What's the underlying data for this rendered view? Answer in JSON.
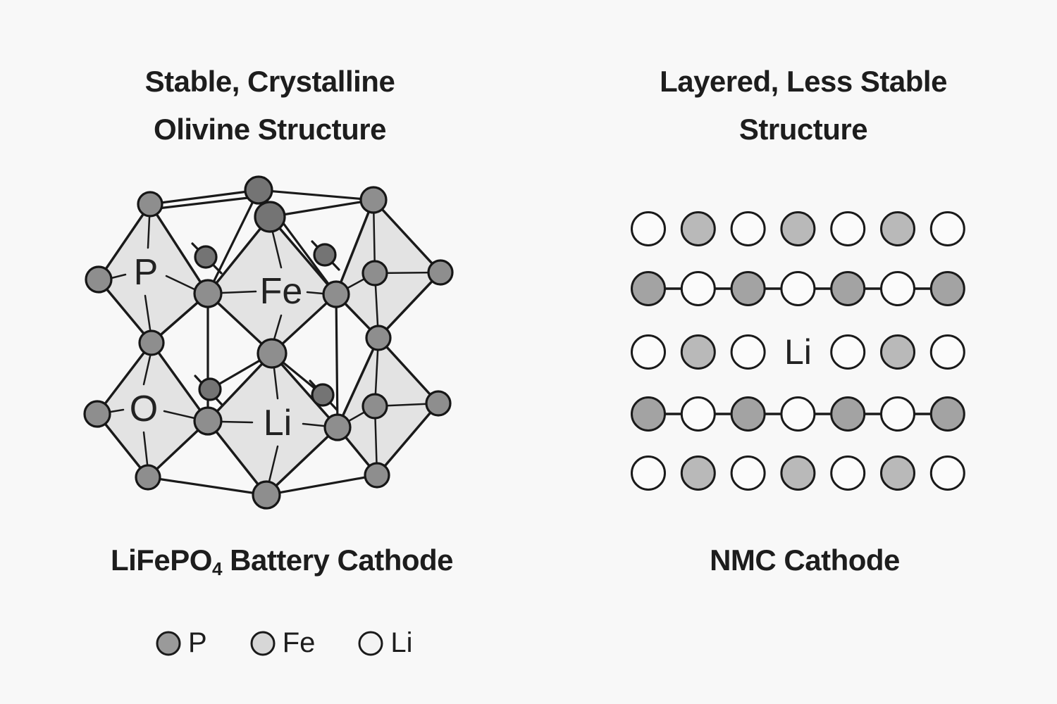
{
  "page": {
    "background": "#f8f8f8",
    "text_color": "#1d1d1d"
  },
  "left_panel": {
    "title_line1": "Stable, Crystalline",
    "title_line2": "Olivine Structure",
    "caption": {
      "prefix": "LiFePO",
      "subscript": "4",
      "suffix": " Battery Cathode"
    },
    "crystal_labels": {
      "p": "P",
      "fe": "Fe",
      "o": "O",
      "li": "Li"
    },
    "diagram_colors": {
      "octahedron_fill": "#e3e3e3",
      "atom_fill": "#8e8e8e",
      "atom_fill_dark": "#747474",
      "line": "#1a1a1a"
    },
    "legend": [
      {
        "label": "P",
        "color": "#9a9a9a"
      },
      {
        "label": "Fe",
        "color": "#d7d7d7"
      },
      {
        "label": "Li",
        "color": "#f3f3f3"
      }
    ]
  },
  "right_panel": {
    "title_line1": "Layered, Less Stable",
    "title_line2": "Structure",
    "caption": "NMC Cathode",
    "li_label": "Li",
    "lattice": {
      "columns": 7,
      "cell_types": {
        "li": "#fbfbfb",
        "metal_light": "#b9b9b9",
        "metal_dark": "#a3a3a3"
      },
      "outline_color": "#1a1a1a",
      "rows": [
        {
          "connected": false,
          "cells": [
            "li",
            "metal_light",
            "li",
            "metal_light",
            "li",
            "metal_light",
            "li"
          ]
        },
        {
          "connected": true,
          "cells": [
            "metal_dark",
            "li",
            "metal_dark",
            "li",
            "metal_dark",
            "li",
            "metal_dark"
          ]
        },
        {
          "connected": false,
          "cells": [
            "li",
            "metal_light",
            "li",
            "label",
            "li",
            "metal_light",
            "li"
          ]
        },
        {
          "connected": true,
          "cells": [
            "metal_dark",
            "li",
            "metal_dark",
            "li",
            "metal_dark",
            "li",
            "metal_dark"
          ]
        },
        {
          "connected": false,
          "cells": [
            "li",
            "metal_light",
            "li",
            "metal_light",
            "li",
            "metal_light",
            "li"
          ]
        }
      ]
    }
  }
}
